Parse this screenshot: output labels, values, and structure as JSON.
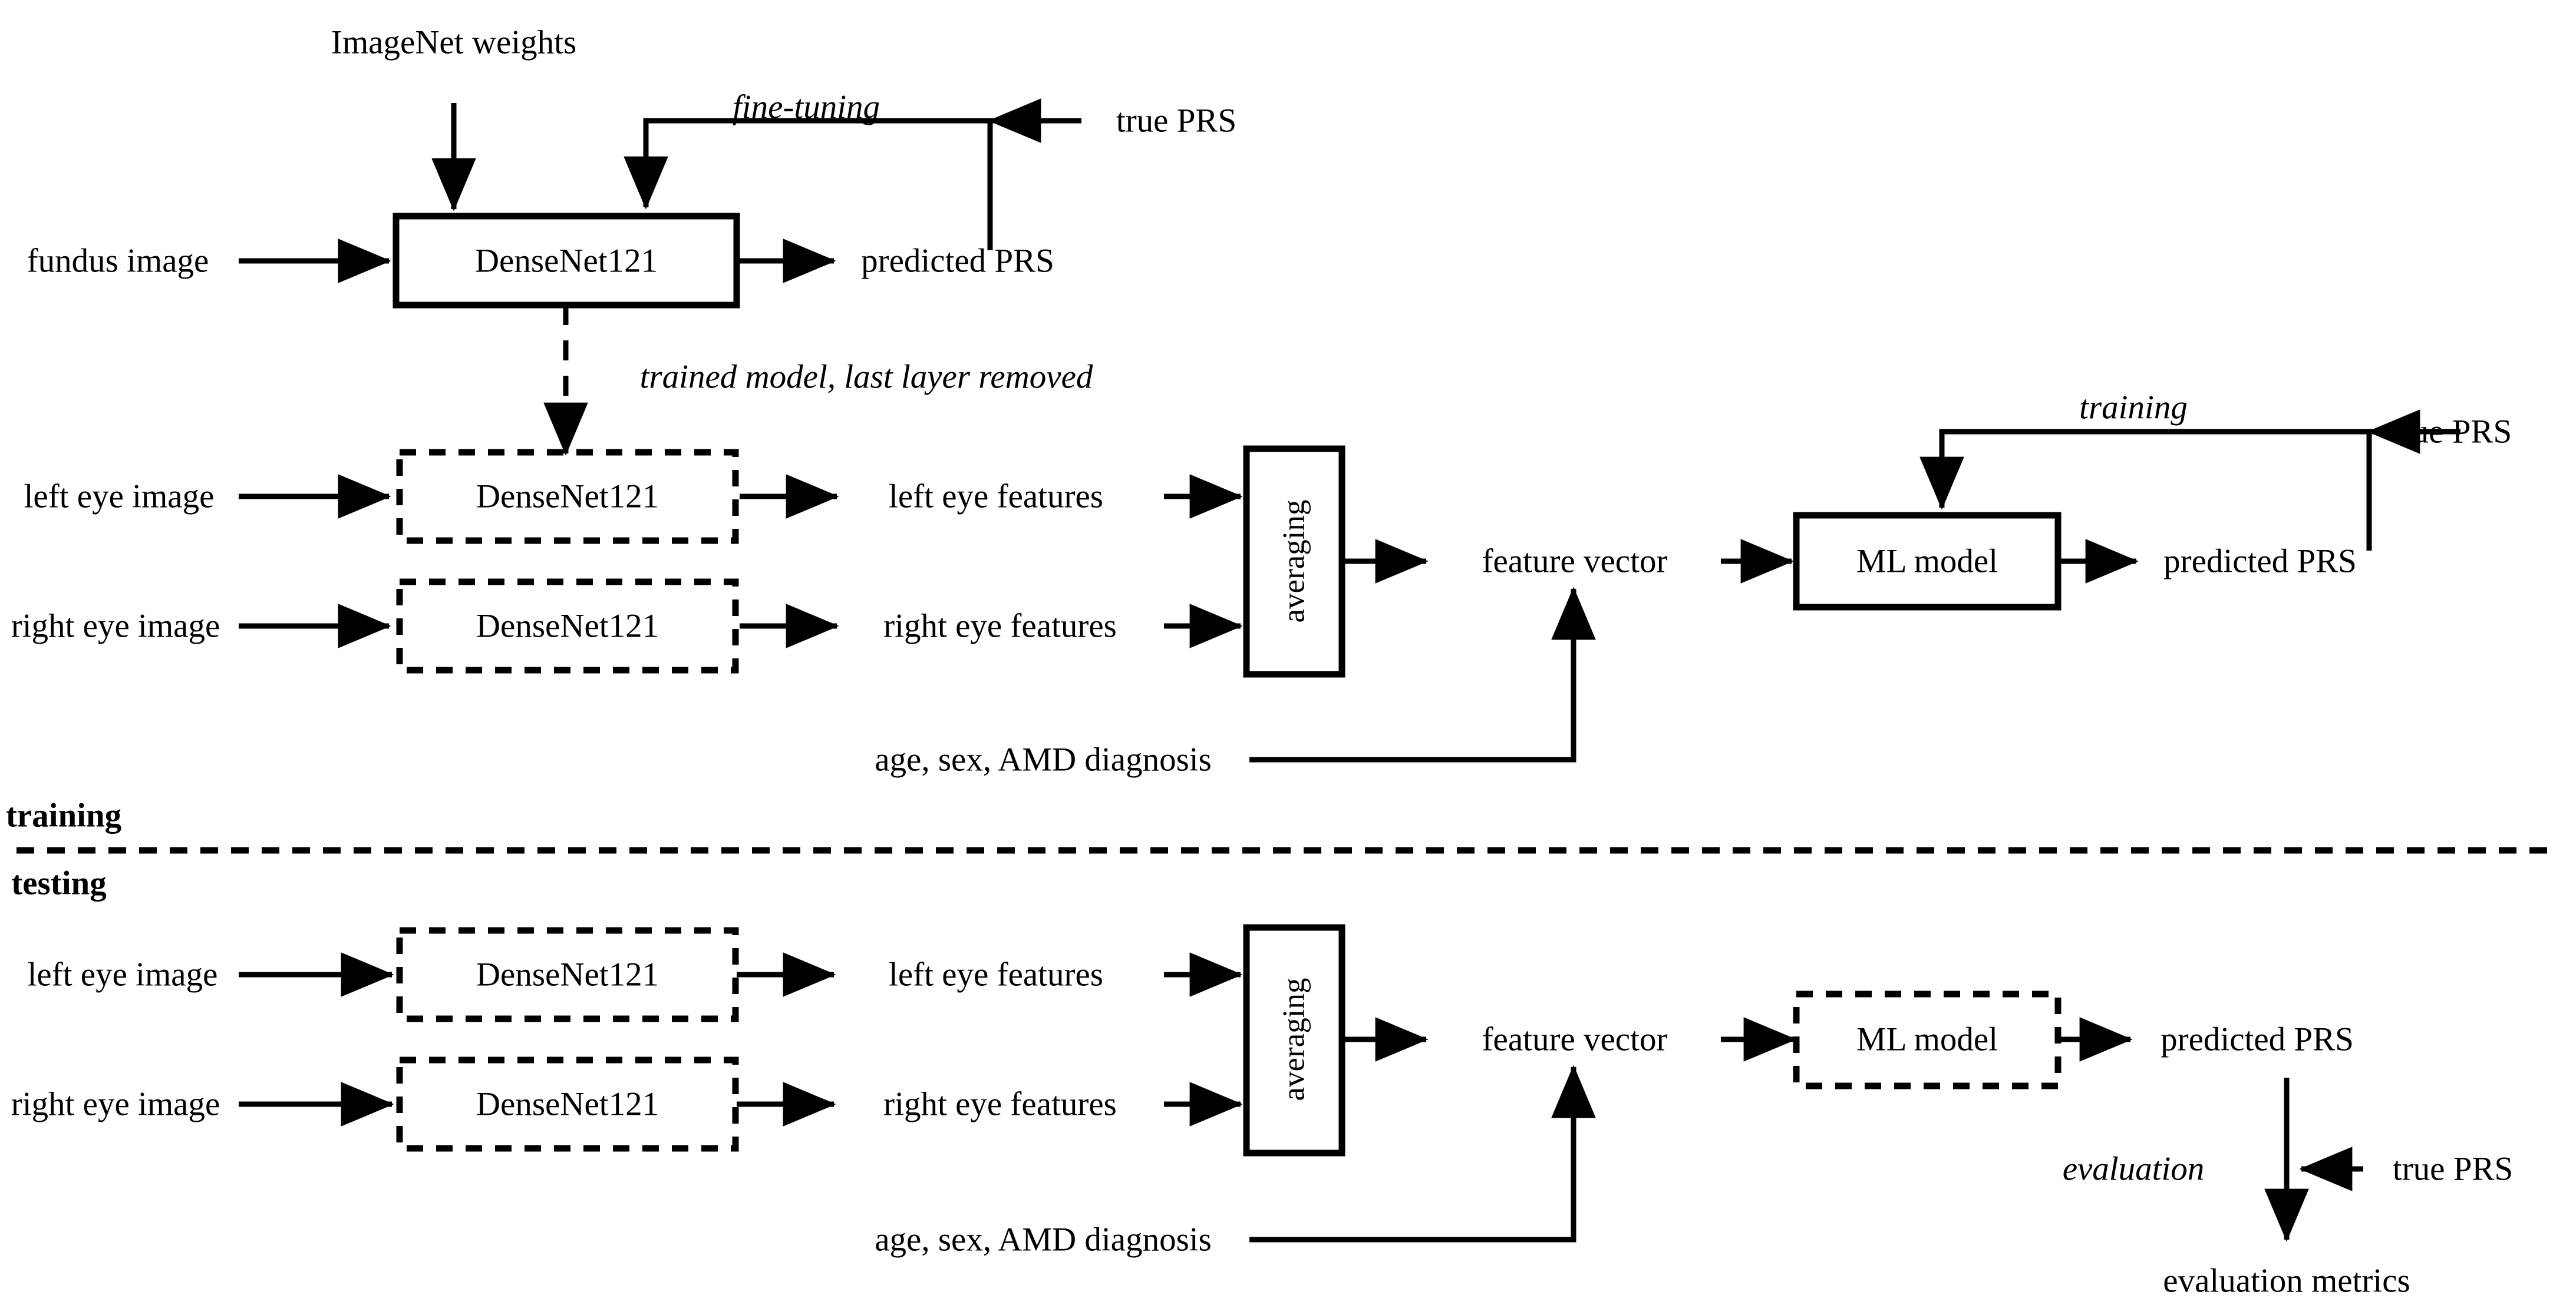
{
  "diagram": {
    "title_sections": {
      "training": "training",
      "testing": "testing"
    },
    "training": {
      "inputs": {
        "imagenet_weights": "ImageNet weights",
        "fundus_image": "fundus image",
        "left_eye_image": "left eye image",
        "right_eye_image": "right eye image",
        "covariates": "age, sex, AMD diagnosis"
      },
      "boxes": {
        "densenet_finetune": "DenseNet121",
        "densenet_left": "DenseNet121",
        "densenet_right": "DenseNet121",
        "averaging": "averaging",
        "ml_model": "ML model"
      },
      "edge_labels": {
        "fine_tuning": "fine-tuning",
        "transfer": "trained model, last layer removed",
        "training": "training"
      },
      "outputs": {
        "predicted_prs_cnn": "predicted PRS",
        "true_prs_cnn": "true PRS",
        "left_eye_features": "left eye features",
        "right_eye_features": "right eye features",
        "feature_vector": "feature vector",
        "predicted_prs_ml": "predicted PRS",
        "true_prs_ml": "true PRS"
      }
    },
    "testing": {
      "inputs": {
        "left_eye_image": "left eye image",
        "right_eye_image": "right eye image",
        "covariates": "age, sex, AMD diagnosis"
      },
      "boxes": {
        "densenet_left": "DenseNet121",
        "densenet_right": "DenseNet121",
        "averaging": "averaging",
        "ml_model": "ML model"
      },
      "edge_labels": {
        "evaluation": "evaluation"
      },
      "outputs": {
        "left_eye_features": "left eye features",
        "right_eye_features": "right eye features",
        "feature_vector": "feature vector",
        "predicted_prs": "predicted PRS",
        "true_prs": "true PRS",
        "evaluation_metrics": "evaluation metrics"
      }
    },
    "colors": {
      "ink": "#000000",
      "background": "#ffffff"
    }
  }
}
